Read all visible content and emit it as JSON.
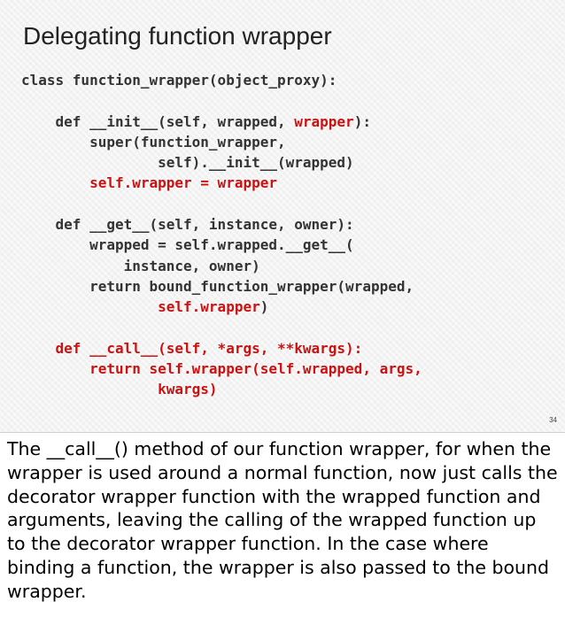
{
  "slide": {
    "title": "Delegating function wrapper",
    "slide_number": "34",
    "code_lines": [
      {
        "segments": [
          {
            "t": "class function_wrapper(object_proxy):"
          }
        ]
      },
      {
        "segments": [
          {
            "t": ""
          }
        ]
      },
      {
        "segments": [
          {
            "t": "    def __init__(self, wrapped, "
          },
          {
            "t": "wrapper",
            "hl": true
          },
          {
            "t": "):"
          }
        ]
      },
      {
        "segments": [
          {
            "t": "        super(function_wrapper,"
          }
        ]
      },
      {
        "segments": [
          {
            "t": "                self).__init__(wrapped)"
          }
        ]
      },
      {
        "segments": [
          {
            "t": "        self.wrapper = wrapper",
            "hl": true
          }
        ]
      },
      {
        "segments": [
          {
            "t": ""
          }
        ]
      },
      {
        "segments": [
          {
            "t": "    def __get__(self, instance, owner):"
          }
        ]
      },
      {
        "segments": [
          {
            "t": "        wrapped = self.wrapped.__get__("
          }
        ]
      },
      {
        "segments": [
          {
            "t": "            instance, owner)"
          }
        ]
      },
      {
        "segments": [
          {
            "t": "        return bound_function_wrapper(wrapped,"
          }
        ]
      },
      {
        "segments": [
          {
            "t": "                "
          },
          {
            "t": "self.wrapper",
            "hl": true
          },
          {
            "t": ")"
          }
        ]
      },
      {
        "segments": [
          {
            "t": ""
          }
        ]
      },
      {
        "segments": [
          {
            "t": "    def __call__(self, *args, **kwargs):",
            "hl": true
          }
        ]
      },
      {
        "segments": [
          {
            "t": "        return self.wrapper(self.wrapped, args,",
            "hl": true
          }
        ]
      },
      {
        "segments": [
          {
            "t": "                kwargs)",
            "hl": true
          }
        ]
      }
    ]
  },
  "notes": {
    "text": "The __call__() method of our function wrapper, for when the wrapper is used around a normal function, now just calls the decorator wrapper function with the wrapped function and arguments, leaving the calling of the wrapped function up to the decorator wrapper function. In the case where binding a function, the wrapper is also passed to the bound wrapper."
  },
  "colors": {
    "highlight": "#cc1111",
    "code": "#333333",
    "title": "#222222"
  }
}
